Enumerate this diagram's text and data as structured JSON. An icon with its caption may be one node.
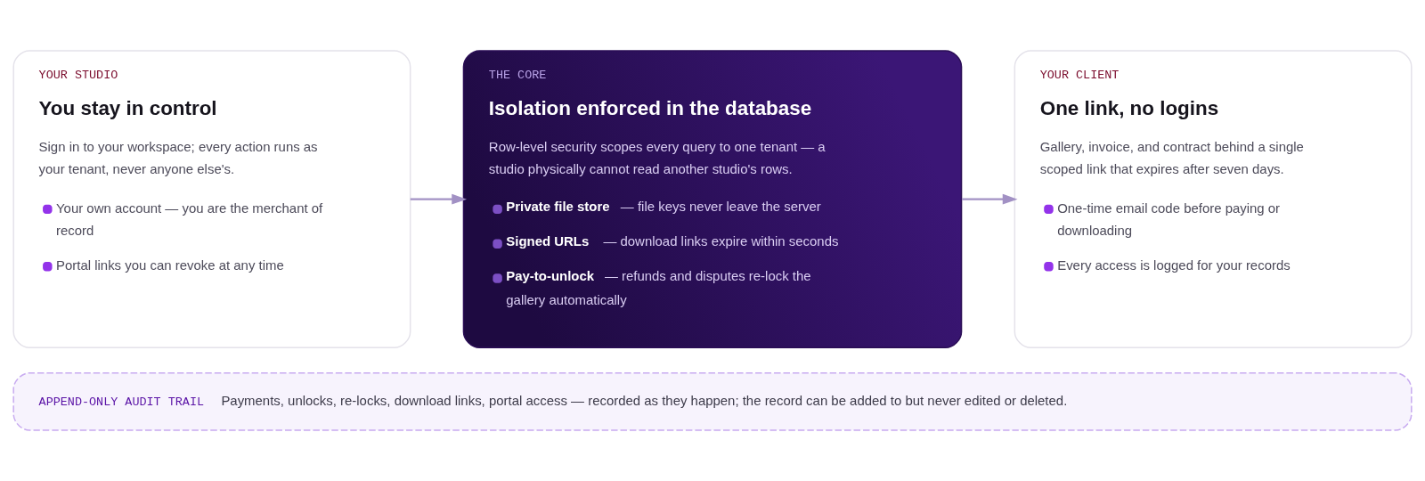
{
  "diagram": {
    "nodes": [
      {
        "text": [
          "YOUR STUDIO",
          "You stay in control",
          "Sign in to your workspace; every action runs as your tenant, never anyone else's.",
          "Your own account — you are the merchant of record",
          "Portal links you can revoke at any time"
        ]
      },
      {
        "text": [
          "THE CORE",
          "Isolation enforced in the database",
          "Row-level security scopes every query to one tenant — a studio physically cannot read another studio's rows.",
          "**Private file store** — file keys never leave the server",
          "**Signed URLs** — download links expire within seconds",
          "**Pay-to-unlock** — refunds and disputes re-lock the gallery automatically"
        ]
      },
      {
        "text": [
          "YOUR CLIENT",
          "One link, no logins",
          "Gallery, invoice, and contract behind a single scoped link that expires after seven days.",
          "One-time email code before paying or downloading",
          "Every access is logged for your records"
        ]
      },
      {
        "text": [
          "APPEND-ONLY AUDIT TRAIL",
          "Payments, unlocks, re-locks, download links, portal access — recorded as they happen; the record can be added to but never edited or deleted."
        ]
      }
    ],
    "edges": [
      {
        "from": 0,
        "to": 1,
        "arrow": "to"
      },
      {
        "from": 1,
        "to": 2,
        "arrow": "to"
      }
    ]
  }
}
